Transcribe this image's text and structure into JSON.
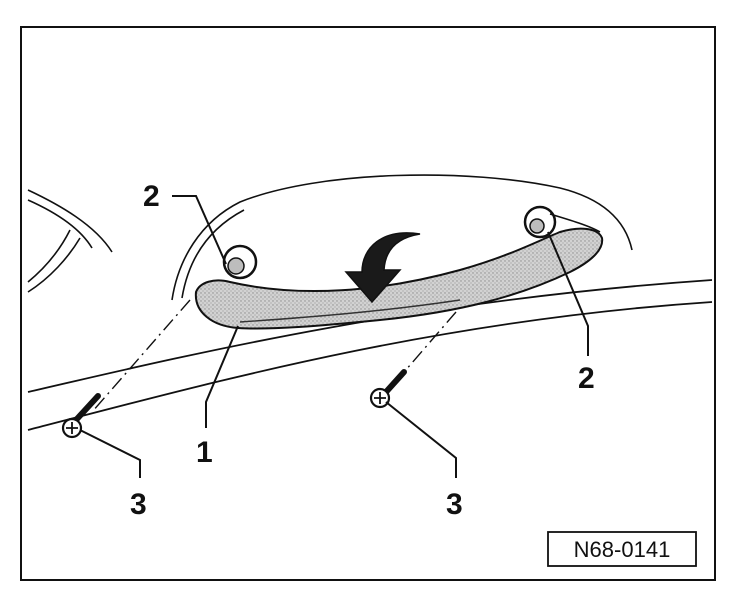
{
  "callouts": {
    "handle": "1",
    "mount_left": "2",
    "mount_right": "2",
    "screw_left": "3",
    "screw_right": "3"
  },
  "figure_ref": "N68-0141",
  "colors": {
    "ink": "#111111",
    "handle_fill": "#c9c9c9",
    "arrow_fill": "#1a1a1a",
    "background": "#ffffff"
  }
}
